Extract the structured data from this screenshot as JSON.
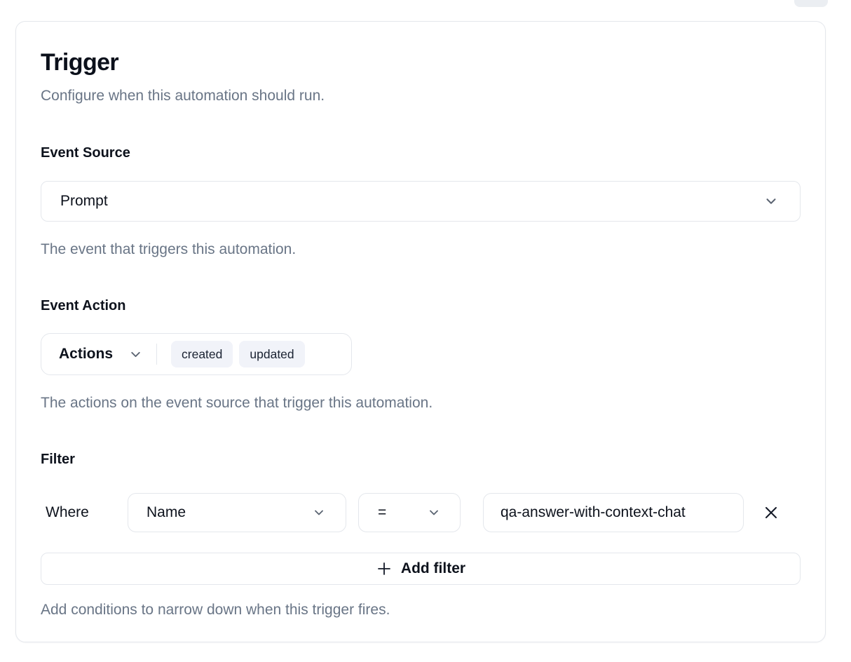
{
  "card": {
    "title": "Trigger",
    "subtitle": "Configure when this automation should run.",
    "event_source": {
      "label": "Event Source",
      "selected_value": "Prompt",
      "helper": "The event that triggers this automation."
    },
    "event_action": {
      "label": "Event Action",
      "dropdown_label": "Actions",
      "selected_actions": [
        "created",
        "updated"
      ],
      "helper": "The actions on the event source that trigger this automation."
    },
    "filter": {
      "label": "Filter",
      "where_label": "Where",
      "rows": [
        {
          "field": "Name",
          "operator": "=",
          "value": "qa-answer-with-context-chat"
        }
      ],
      "add_filter_label": "Add filter",
      "helper": "Add conditions to narrow down when this trigger fires."
    }
  },
  "colors": {
    "text_primary": "#0d121c",
    "text_muted": "#697586",
    "border": "#e4e7ec",
    "chip_background": "#f1f3f9",
    "card_background": "#ffffff"
  },
  "icons": {
    "chevron_down": "chevron-down",
    "close": "close-x",
    "plus": "plus"
  }
}
